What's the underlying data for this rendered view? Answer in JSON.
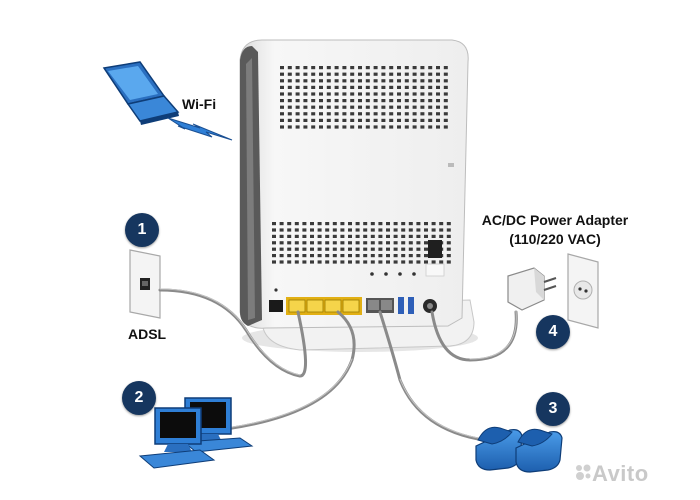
{
  "labels": {
    "wifi": "Wi-Fi",
    "adsl": "ADSL",
    "power_line1": "AC/DC Power Adapter",
    "power_line2": "(110/220 VAC)"
  },
  "badges": [
    "1",
    "2",
    "3",
    "4"
  ],
  "watermark": "Avito",
  "colors": {
    "badge": "#16365f",
    "device_blue": "#2f7fd6",
    "lan_port": "#f0c020",
    "cable": "#808080",
    "router_body": "#f4f4f4"
  },
  "icons": [
    "laptop-icon",
    "wifi-signal-icon",
    "wall-phone-jack-icon",
    "desktop-computers-icon",
    "telephones-icon",
    "power-adapter-icon",
    "wall-outlet-icon"
  ]
}
